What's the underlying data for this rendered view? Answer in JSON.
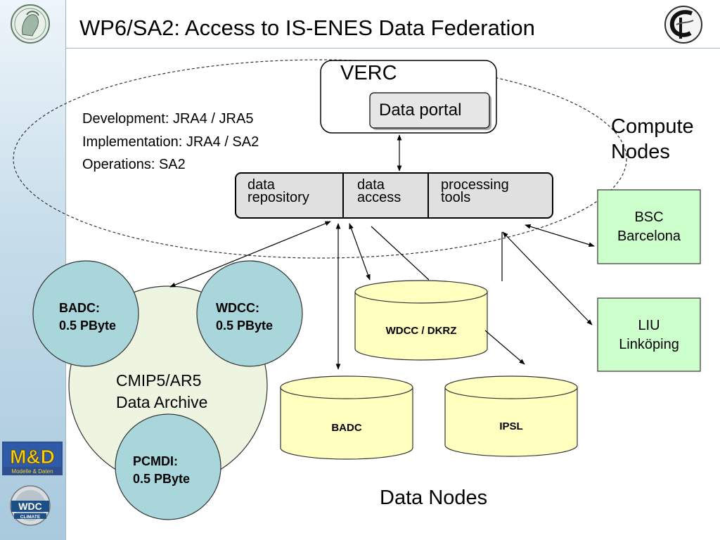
{
  "title": "WP6/SA2: Access to IS-ENES Data Federation",
  "verc": {
    "title": "VERC",
    "portal": "Data portal"
  },
  "roles": {
    "development": "Development: JRA4 / JRA5",
    "implementation": "Implementation: JRA4 / SA2",
    "operations": "Operations: SA2"
  },
  "services": [
    {
      "line1": "data",
      "line2": "repository"
    },
    {
      "line1": "data",
      "line2": "access"
    },
    {
      "line1": "processing",
      "line2": "tools"
    }
  ],
  "compute": {
    "heading_line1": "Compute",
    "heading_line2": "Nodes",
    "nodes": [
      {
        "line1": "BSC",
        "line2": "Barcelona"
      },
      {
        "line1": "LIU",
        "line2": "Linköping"
      }
    ]
  },
  "archive": {
    "label_line1": "CMIP5/AR5",
    "label_line2": "Data Archive",
    "members": [
      {
        "name": "BADC:",
        "size": "0.5 PByte"
      },
      {
        "name": "WDCC:",
        "size": "0.5 PByte"
      },
      {
        "name": "PCMDI:",
        "size": "0.5 PByte"
      }
    ]
  },
  "data_nodes": {
    "heading": "Data Nodes",
    "items": [
      "WDCC / DKRZ",
      "BADC",
      "IPSL"
    ]
  },
  "logos": {
    "md_text": "M&D",
    "md_sub": "Modelle & Daten",
    "wdc_text": "WDC",
    "wdc_sub": "CLIMATE"
  },
  "colors": {
    "compute_fill": "#ccffcc",
    "cylinder_fill": "#ffffc0",
    "member_fill": "#a9d6da",
    "archive_fill": "#edf5e0",
    "service_fill": "#e6e6e6"
  }
}
